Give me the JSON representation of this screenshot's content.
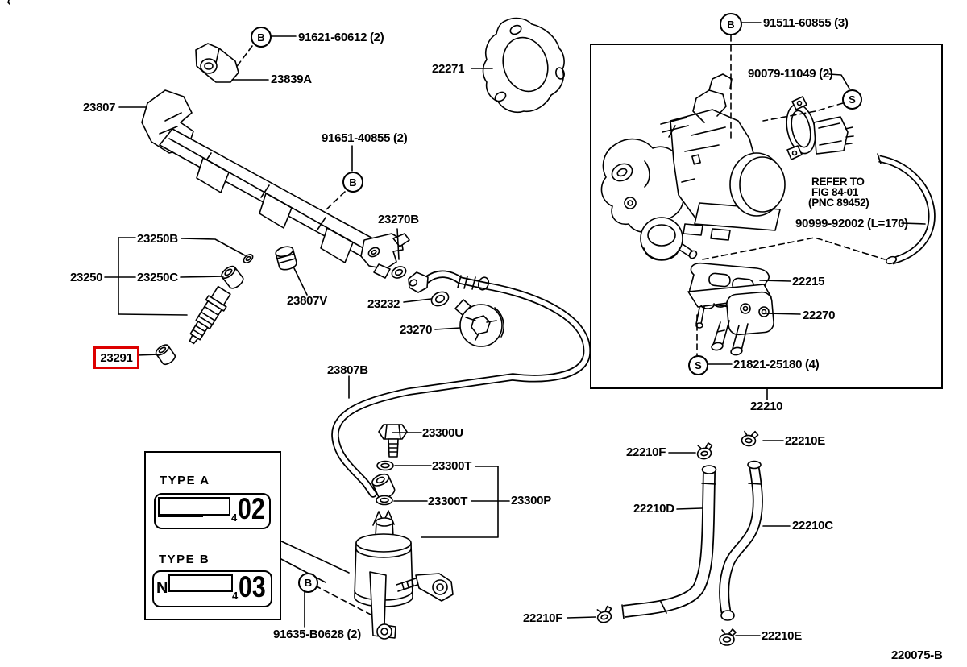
{
  "diagram": {
    "figure_code": "220075-B",
    "highlighted_part": "23291",
    "callout_b": "B",
    "callout_s": "S",
    "labels": {
      "p91621": "91621-60612 (2)",
      "p23839A": "23839A",
      "p23807": "23807",
      "p22271": "22271",
      "p91651": "91651-40855 (2)",
      "p91511": "91511-60855 (3)",
      "p90079": "90079-11049 (2)",
      "refer_line1": "REFER TO",
      "refer_line2": "FIG 84-01",
      "refer_line3": "(PNC 89452)",
      "p90999": "90999-92002 (L=170)",
      "p22215": "22215",
      "p22270": "22270",
      "p21821": "21821-25180 (4)",
      "p22210": "22210",
      "p23250B": "23250B",
      "p23250": "23250",
      "p23250C": "23250C",
      "p23291": "23291",
      "p23807V": "23807V",
      "p23270B": "23270B",
      "p23232": "23232",
      "p23270": "23270",
      "p23807B": "23807B",
      "p23300U": "23300U",
      "p23300T": "23300T",
      "p23300P": "23300P",
      "p91635": "91635-B0628 (2)",
      "p22210F": "22210F",
      "p22210E": "22210E",
      "p22210D": "22210D",
      "p22210C": "22210C",
      "type_a": "TYPE A",
      "type_b": "TYPE B",
      "label_a_prefix": "4",
      "label_a_number": "02",
      "label_b_letter": "N",
      "label_b_prefix": "4",
      "label_b_number": "03"
    }
  }
}
